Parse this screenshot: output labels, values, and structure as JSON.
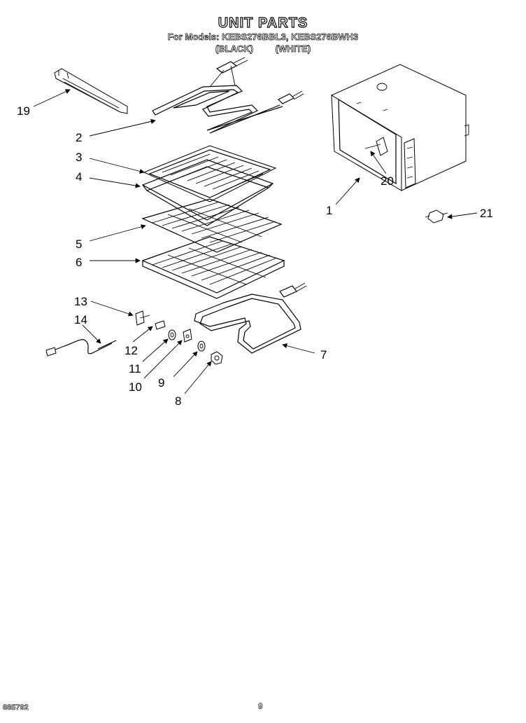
{
  "header": {
    "title": "UNIT PARTS",
    "models_line": "For Models: KEBS276BBL3, KEBS276BWH3",
    "color_black": "(BLACK)",
    "color_white": "(WHITE)"
  },
  "footer": {
    "doc_number": "885792",
    "page_number": "9"
  },
  "callouts": [
    {
      "id": "19",
      "label": "19"
    },
    {
      "id": "2",
      "label": "2"
    },
    {
      "id": "3",
      "label": "3"
    },
    {
      "id": "4",
      "label": "4"
    },
    {
      "id": "5",
      "label": "5"
    },
    {
      "id": "6",
      "label": "6"
    },
    {
      "id": "13",
      "label": "13"
    },
    {
      "id": "14",
      "label": "14"
    },
    {
      "id": "12",
      "label": "12"
    },
    {
      "id": "11",
      "label": "11"
    },
    {
      "id": "10",
      "label": "10"
    },
    {
      "id": "9",
      "label": "9"
    },
    {
      "id": "8",
      "label": "8"
    },
    {
      "id": "7",
      "label": "7"
    },
    {
      "id": "1",
      "label": "1"
    },
    {
      "id": "20",
      "label": "20"
    },
    {
      "id": "21",
      "label": "21"
    }
  ]
}
